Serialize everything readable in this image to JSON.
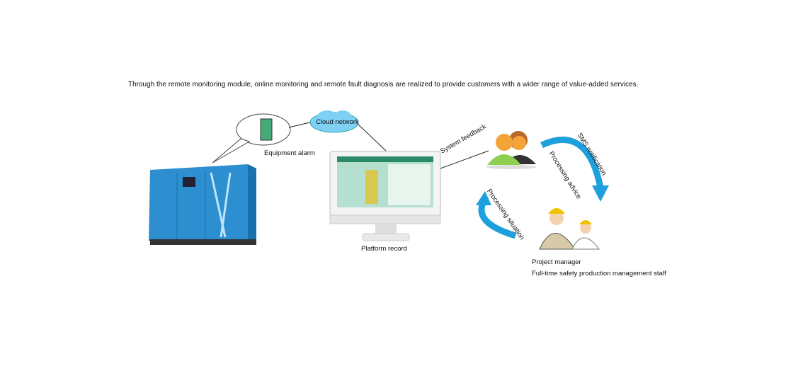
{
  "intro": "Through the remote monitoring module, online monitoring and remote fault diagnosis are realized to provide customers with a wider range of value-added services.",
  "labels": {
    "equipment_alarm": "Equipment alarm",
    "cloud_network": "Cloud network",
    "platform_record": "Platform record",
    "system_feedback": "System feedback",
    "sms_notification": "SMS notification",
    "processing_advice": "Processing advice",
    "processing_situation": "Processing situation",
    "project_manager": "Project manager",
    "safety_staff": "Full-time safety production management staff"
  },
  "colors": {
    "accent": "#1ea0dc",
    "machine": "#2d8fd0",
    "person": "#f0a030"
  }
}
